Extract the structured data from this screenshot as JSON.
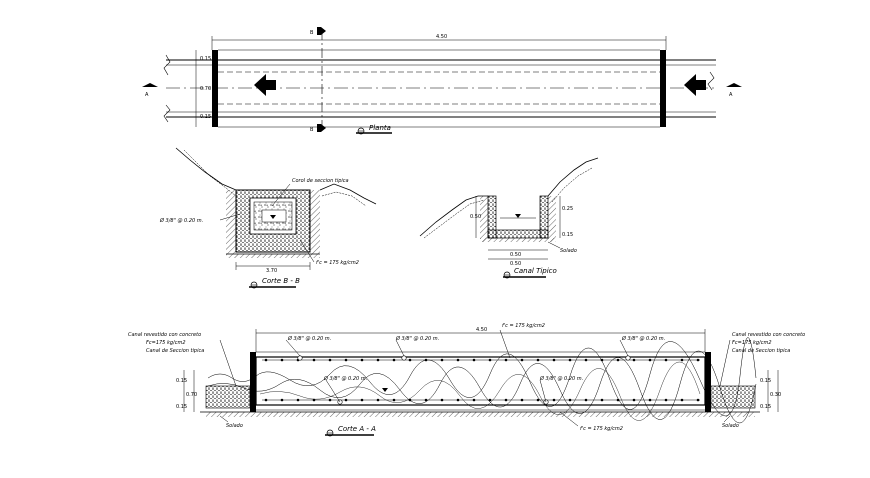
{
  "plan": {
    "title": "Planta",
    "section_b": "B",
    "section_a": "A",
    "length_dim": "4.50",
    "dims": [
      "0.70",
      "0.15",
      "0.15"
    ]
  },
  "section_bb": {
    "title": "Corte B - B",
    "callout_typical": "Corol de seccion tipica",
    "rebar": "Ø 3/8\" @ 0.20 m.",
    "concrete": "f'c = 175 kg/cm2",
    "width_dim": "3.70"
  },
  "canal": {
    "title": "Canal Tipico",
    "dims": [
      "0.25",
      "0.50",
      "0.50",
      "0.15"
    ],
    "solado": "Solado"
  },
  "section_aa": {
    "title": "Corte A - A",
    "length_dim": "4.50",
    "concrete_top": "f'c = 175 kg/cm2",
    "concrete_bottom": "f'c = 175 kg/cm2",
    "rebar_labels": [
      "Ø 3/8\" @ 0.20 m.",
      "Ø 3/8\" @ 0.20 m.",
      "Ø 3/8\" @ 0.20 m.",
      "Ø 3/8\" @ 0.20 m.",
      "Ø 3/8\" @ 0.20 m."
    ],
    "left_notes": [
      "Canal revestido con concreto",
      "Fc=175 kg/cm2",
      "Canal de Seccion tipica"
    ],
    "right_notes": [
      "Canal revestido con concreto",
      "Fc=175 kg/cm2",
      "Canal de Seccion tipica"
    ],
    "solado_left": "Solado",
    "solado_right": "Solado",
    "dims": [
      "0.15",
      "0.70",
      "0.15",
      "0.30"
    ]
  }
}
